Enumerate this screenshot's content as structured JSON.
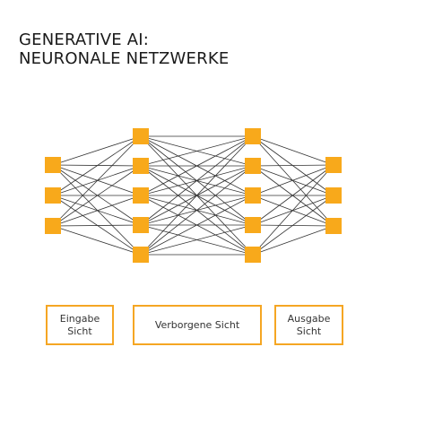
{
  "title": {
    "line1": "GENERATIVE AI:",
    "line2": "NEURONALE NETZWERKE"
  },
  "colors": {
    "node": "#f8a91b",
    "edge": "#333333",
    "box_border": "#f5a623",
    "text": "#1a1a1a"
  },
  "network": {
    "layers": [
      {
        "name": "input",
        "nodes": 3
      },
      {
        "name": "hidden-1",
        "nodes": 5
      },
      {
        "name": "hidden-2",
        "nodes": 5
      },
      {
        "name": "output",
        "nodes": 3
      }
    ]
  },
  "labels": {
    "input": "Eingabe\nSicht",
    "hidden": "Verborgene Sicht",
    "output": "Ausgabe\nSicht"
  }
}
